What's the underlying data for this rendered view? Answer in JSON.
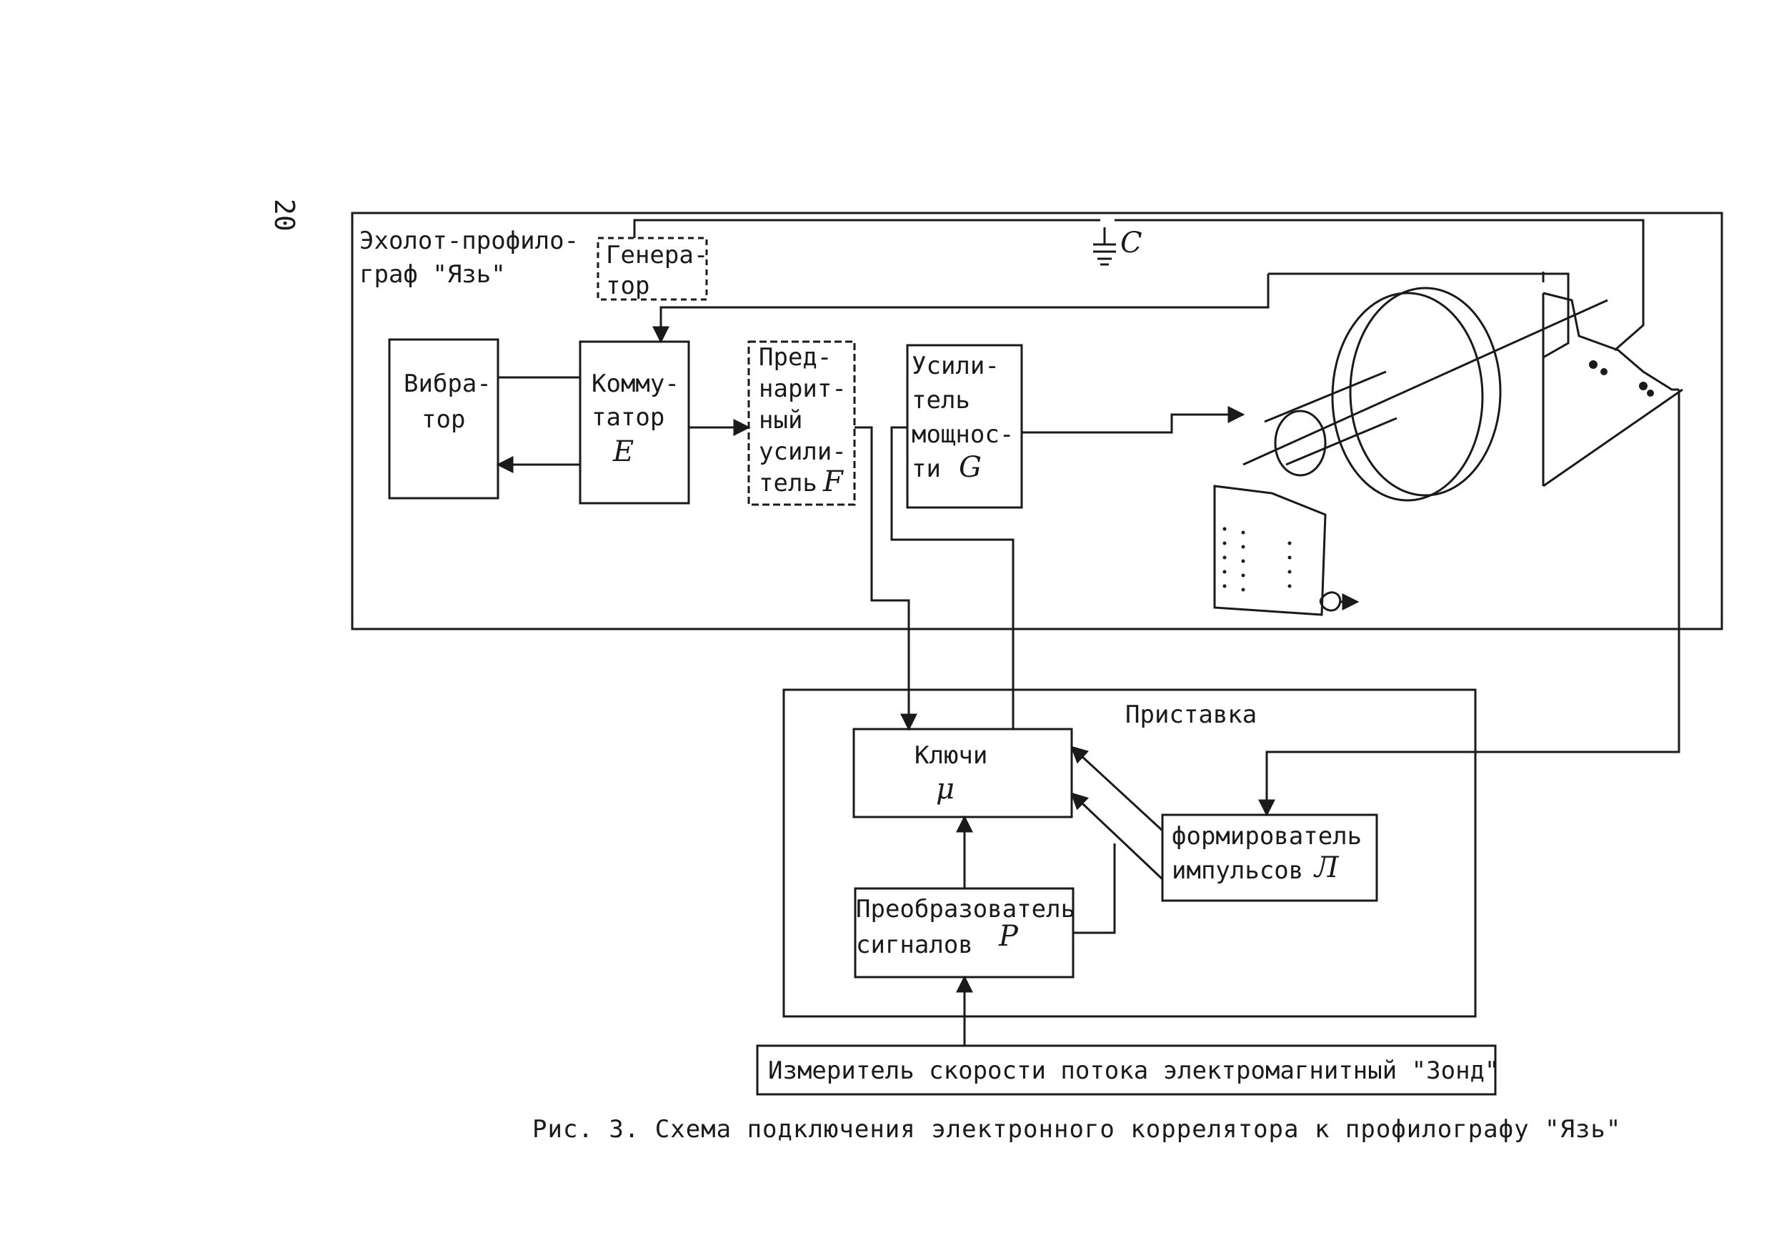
{
  "page_number": "20",
  "outer_box_title_line1": "Эхолот-профило-",
  "outer_box_title_line2": "граф \"Язь\"",
  "generator": {
    "line1": "Генера-",
    "line2": "тор"
  },
  "capacitor_label": "C",
  "vibrator": {
    "line1": "Вибра-",
    "line2": "тор"
  },
  "commutator": {
    "line1": "Комму-",
    "line2": "татор",
    "letter": "E"
  },
  "preamp": {
    "line1": "Пред-",
    "line2": "нарит-",
    "line3": "ный",
    "line4": "усили-",
    "line5": "тель",
    "letter": "F"
  },
  "power_amp": {
    "line1": "Усили-",
    "line2": "тель",
    "line3": "мощнос-",
    "line4": "ти",
    "letter": "G"
  },
  "attachment_title": "Приставка",
  "keys": {
    "label": "Ключи",
    "letter": "μ"
  },
  "pulse_former": {
    "line1": "формирователь",
    "line2": "импульсов",
    "letter": "Л"
  },
  "signal_converter": {
    "line1": "Преобразователь",
    "line2": "сигналов",
    "letter": "P"
  },
  "flow_meter": "Измеритель скорости потока электромагнитный \"Зонд\"",
  "caption": "Рис. 3. Схема подключения электронного коррелятора к профилографу \"Язь\""
}
